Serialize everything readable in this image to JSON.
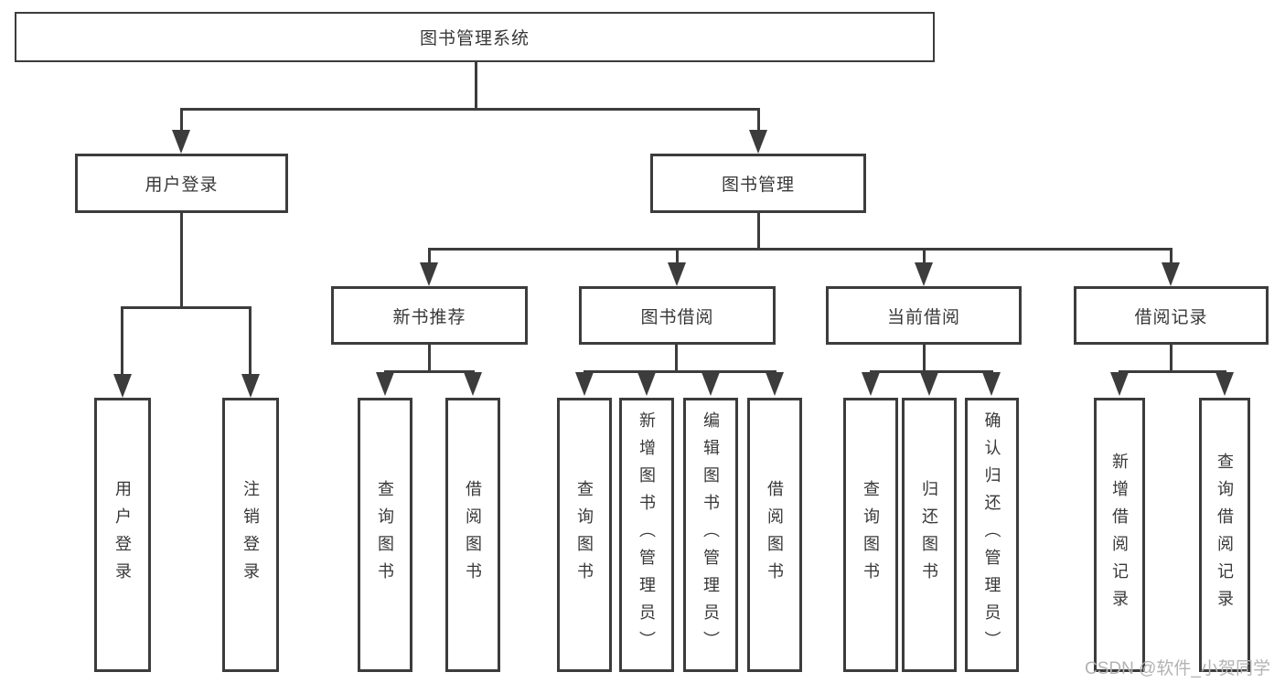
{
  "title": "图书管理系统",
  "watermark": "CSDN @软件_小贺同学",
  "colors": {
    "line": "#3c3c3c",
    "text": "#383838",
    "background": "#ffffff",
    "watermark": "#b3b3b3"
  },
  "nodes": {
    "root": {
      "label": "图书管理系统"
    },
    "user_login": {
      "label": "用户登录"
    },
    "book_mgmt": {
      "label": "图书管理"
    },
    "new_book": {
      "label": "新书推荐"
    },
    "book_borrow": {
      "label": "图书借阅"
    },
    "current_borrow": {
      "label": "当前借阅"
    },
    "borrow_record": {
      "label": "借阅记录"
    },
    "leaf_user_login": {
      "label": "用户登录"
    },
    "leaf_logout": {
      "label": "注销登录"
    },
    "leaf_nb_query": {
      "label": "查询图书"
    },
    "leaf_nb_borrow": {
      "label": "借阅图书"
    },
    "leaf_bb_query": {
      "label": "查询图书"
    },
    "leaf_bb_add": {
      "label": "新增图书（管理员）"
    },
    "leaf_bb_edit": {
      "label": "编辑图书（管理员）"
    },
    "leaf_bb_borrow": {
      "label": "借阅图书"
    },
    "leaf_cb_query": {
      "label": "查询图书"
    },
    "leaf_cb_return": {
      "label": "归还图书"
    },
    "leaf_cb_confirm": {
      "label": "确认归还（管理员）"
    },
    "leaf_br_add": {
      "label": "新增借阅记录"
    },
    "leaf_br_query": {
      "label": "查询借阅记录"
    }
  },
  "hierarchy": {
    "图书管理系统": {
      "用户登录": [
        "用户登录",
        "注销登录"
      ],
      "图书管理": {
        "新书推荐": [
          "查询图书",
          "借阅图书"
        ],
        "图书借阅": [
          "查询图书",
          "新增图书（管理员）",
          "编辑图书（管理员）",
          "借阅图书"
        ],
        "当前借阅": [
          "查询图书",
          "归还图书",
          "确认归还（管理员）"
        ],
        "借阅记录": [
          "新增借阅记录",
          "查询借阅记录"
        ]
      }
    }
  }
}
